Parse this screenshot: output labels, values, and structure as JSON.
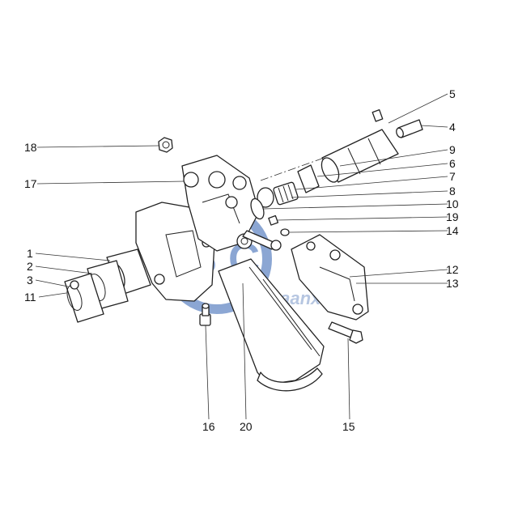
{
  "diagram": {
    "callouts": [
      {
        "id": "c1",
        "text": "1"
      },
      {
        "id": "c2",
        "text": "2"
      },
      {
        "id": "c3",
        "text": "3"
      },
      {
        "id": "c4",
        "text": "4"
      },
      {
        "id": "c5",
        "text": "5"
      },
      {
        "id": "c6",
        "text": "6"
      },
      {
        "id": "c7",
        "text": "7"
      },
      {
        "id": "c8",
        "text": "8"
      },
      {
        "id": "c9",
        "text": "9"
      },
      {
        "id": "c10",
        "text": "10"
      },
      {
        "id": "c11",
        "text": "11"
      },
      {
        "id": "c12",
        "text": "12"
      },
      {
        "id": "c13",
        "text": "13"
      },
      {
        "id": "c14",
        "text": "14"
      },
      {
        "id": "c15",
        "text": "15"
      },
      {
        "id": "c16",
        "text": "16"
      },
      {
        "id": "c17",
        "text": "17"
      },
      {
        "id": "c18",
        "text": "18"
      },
      {
        "id": "c19",
        "text": "19"
      },
      {
        "id": "c20",
        "text": "20"
      }
    ],
    "watermark": {
      "text": "Shaanxi",
      "colors": {
        "blue": "#2d5fb0",
        "orange": "#f0a040"
      }
    }
  }
}
